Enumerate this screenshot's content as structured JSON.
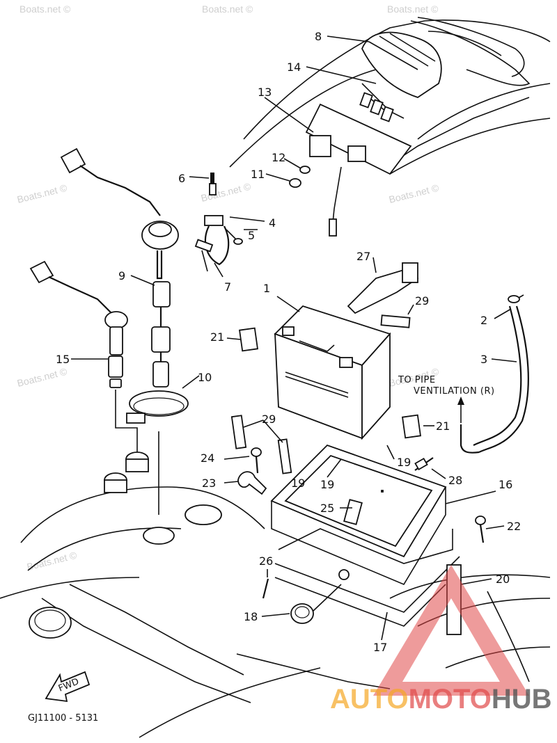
{
  "diagram": {
    "part_labels": [
      "1",
      "2",
      "3",
      "4",
      "5",
      "6",
      "7",
      "8",
      "9",
      "10",
      "11",
      "12",
      "13",
      "14",
      "15",
      "16",
      "17",
      "18",
      "19",
      "19",
      "19",
      "20",
      "21",
      "21",
      "22",
      "23",
      "24",
      "25",
      "26",
      "27",
      "28",
      "29",
      "29"
    ],
    "annotation_line1": "TO PIPE",
    "annotation_line2": "VENTILATION (R)",
    "fwd_label": "FWD",
    "diagram_code": "GJ11100 - 5131"
  },
  "watermarks": [
    "Boats.net ©",
    "Boats.net ©",
    "Boats.net ©",
    "Boats.net ©",
    "Boats.net ©",
    "Boats.net ©",
    "Boats.net ©",
    "Boats.net ©",
    "Boats.net ©"
  ],
  "brand_logo": {
    "text_orange": "AUTO",
    "text_red": "MOTO",
    "text_gray": "HUB",
    "color_orange": "#f5a623",
    "color_red": "#e04848",
    "color_gray": "#555555"
  }
}
